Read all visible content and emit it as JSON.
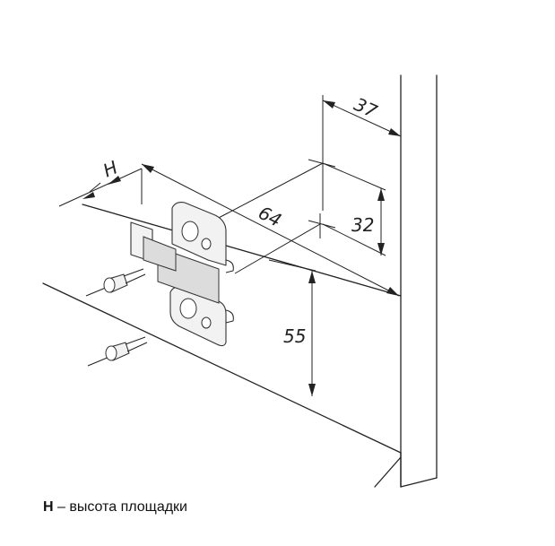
{
  "dimensions": {
    "d37": "37",
    "d32": "32",
    "d64": "64",
    "d55": "55",
    "h": "H"
  },
  "caption": {
    "term": "H",
    "text": "– высота площадки"
  }
}
